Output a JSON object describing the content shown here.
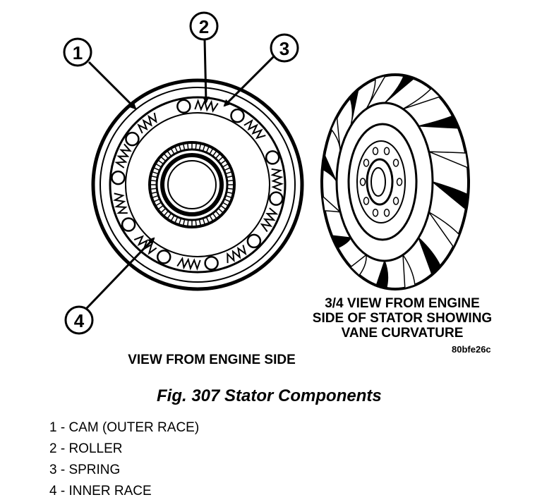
{
  "callouts": [
    "1",
    "2",
    "3",
    "4"
  ],
  "view_engine_side": "VIEW FROM ENGINE SIDE",
  "view_three_quarter": [
    "3/4 VIEW FROM ENGINE",
    "SIDE OF STATOR SHOWING",
    "VANE CURVATURE"
  ],
  "image_code": "80bfe26c",
  "caption": "Fig. 307 Stator Components",
  "legend": [
    "1 - CAM (OUTER RACE)",
    "2 - ROLLER",
    "3 - SPRING",
    "4 - INNER RACE"
  ]
}
